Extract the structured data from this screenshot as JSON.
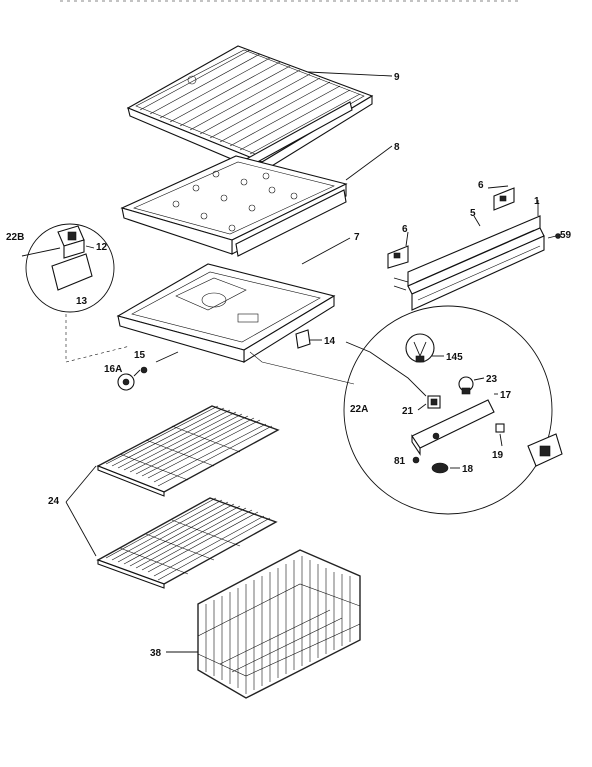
{
  "diagram": {
    "labels": {
      "l9": "9",
      "l8": "8",
      "l7": "7",
      "l6a": "6",
      "l6b": "6",
      "l5": "5",
      "l1": "1",
      "l59": "59",
      "l22B": "22B",
      "l12": "12",
      "l13": "13",
      "l14": "14",
      "l15": "15",
      "l16A": "16A",
      "l145": "145",
      "l22A": "22A",
      "l23": "23",
      "l17": "17",
      "l21": "21",
      "l81": "81",
      "l18": "18",
      "l19": "19",
      "l24": "24",
      "l38": "38"
    }
  }
}
